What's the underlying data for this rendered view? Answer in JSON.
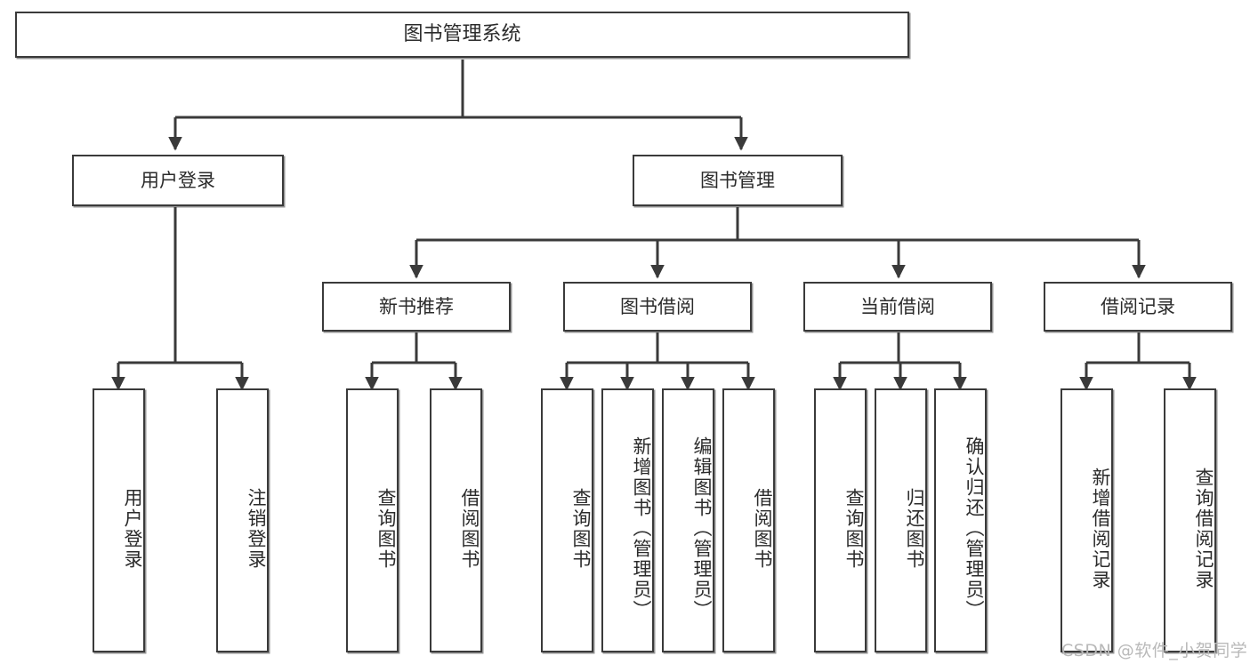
{
  "diagram": {
    "title": "图书管理系统",
    "type": "tree-hierarchy",
    "watermark": "CSDN @软件_小贺同学",
    "colors": {
      "background": "#ffffff",
      "node_fill": "#ffffff",
      "node_border": "#3a3a3a",
      "edge": "#3a3a3a",
      "text": "#2b2b2b",
      "watermark": "#b9b9b9"
    },
    "nodes": {
      "root": {
        "label": "图书管理系统"
      },
      "level1": [
        {
          "id": "user-login",
          "label": "用户登录"
        },
        {
          "id": "book-manage",
          "label": "图书管理"
        }
      ],
      "level2": [
        {
          "id": "new-book-recommend",
          "label": "新书推荐"
        },
        {
          "id": "book-borrow",
          "label": "图书借阅"
        },
        {
          "id": "current-borrow",
          "label": "当前借阅"
        },
        {
          "id": "borrow-record",
          "label": "借阅记录"
        }
      ],
      "leaves": {
        "user-login": [
          {
            "id": "leaf-user-login",
            "label": "用户登录"
          },
          {
            "id": "leaf-logout-login",
            "label": "注销登录"
          }
        ],
        "new-book-recommend": [
          {
            "id": "leaf-query-book-1",
            "label": "查询图书"
          },
          {
            "id": "leaf-borrow-book-1",
            "label": "借阅图书"
          }
        ],
        "book-borrow": [
          {
            "id": "leaf-query-book-2",
            "label": "查询图书"
          },
          {
            "id": "leaf-add-book",
            "label": "新增图书（管理员）"
          },
          {
            "id": "leaf-edit-book",
            "label": "编辑图书（管理员）"
          },
          {
            "id": "leaf-borrow-book-2",
            "label": "借阅图书"
          }
        ],
        "current-borrow": [
          {
            "id": "leaf-query-book-3",
            "label": "查询图书"
          },
          {
            "id": "leaf-return-book",
            "label": "归还图书"
          },
          {
            "id": "leaf-confirm-return",
            "label": "确认归还（管理员）"
          }
        ],
        "borrow-record": [
          {
            "id": "leaf-add-record",
            "label": "新增借阅记录"
          },
          {
            "id": "leaf-query-record",
            "label": "查询借阅记录"
          }
        ]
      }
    }
  }
}
